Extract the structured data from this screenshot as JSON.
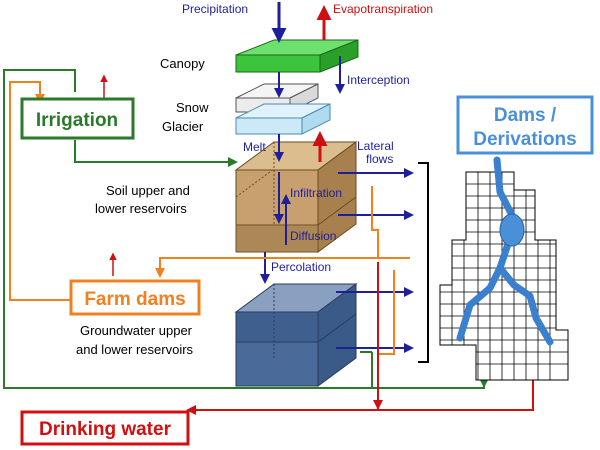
{
  "labels": {
    "precipitation": "Precipitation",
    "evapotranspiration": "Evapotranspiration",
    "canopy": "Canopy",
    "interception": "Interception",
    "snow": "Snow",
    "glacier": "Glacier",
    "melt": "Melt",
    "lateral": "Lateral",
    "flows": "flows",
    "soil_line1": "Soil upper and",
    "soil_line2": "lower reservoirs",
    "infiltration": "Infiltration",
    "diffusion": "Diffusion",
    "percolation": "Percolation",
    "gw_line1": "Groundwater upper",
    "gw_line2": "and lower reservoirs"
  },
  "boxes": {
    "irrigation": "Irrigation",
    "farm_dams": "Farm dams",
    "dams_line1": "Dams /",
    "dams_line2": "Derivations",
    "drinking_water": "Drinking water"
  },
  "colors": {
    "blue_arrow": "#1f1f9a",
    "red_arrow": "#d01010",
    "green": "#2a7a2a",
    "orange": "#f08020",
    "light_blue": "#4a90d9",
    "canopy_green": "#3cc43c",
    "soil_brown": "#c8a070",
    "groundwater": "#4a6a9a"
  }
}
